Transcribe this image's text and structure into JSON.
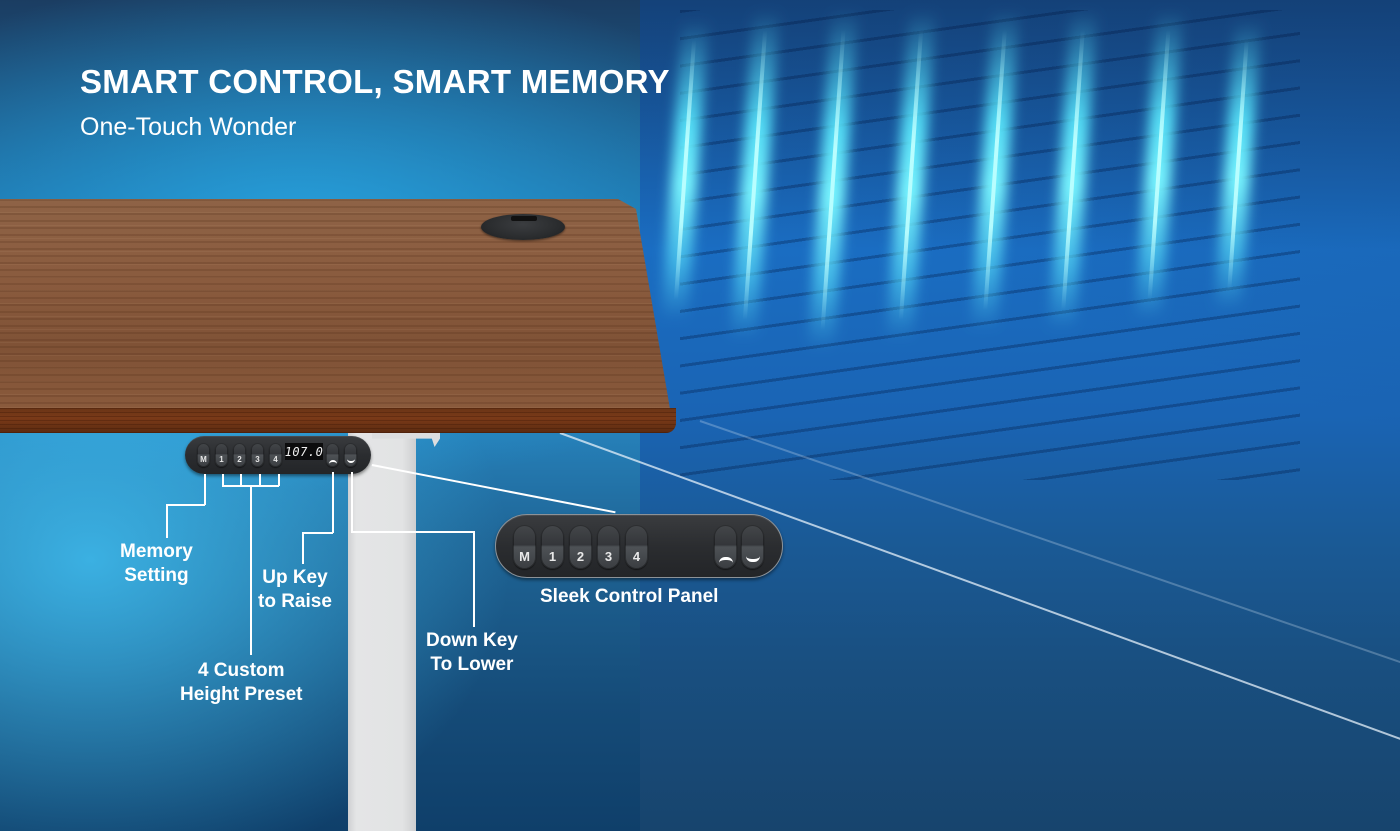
{
  "header": {
    "title": "SMART CONTROL, SMART MEMORY",
    "subtitle": "One-Touch Wonder"
  },
  "control_panel_small": {
    "keys": [
      "M",
      "1",
      "2",
      "3",
      "4"
    ],
    "display_value": "107.0",
    "up_key": "up-arrow",
    "down_key": "down-arrow"
  },
  "control_panel_large": {
    "keys": [
      "M",
      "1",
      "2",
      "3",
      "4"
    ],
    "up_key": "up-arrow",
    "down_key": "down-arrow",
    "caption": "Sleek Control Panel"
  },
  "callouts": {
    "memory": {
      "line1": "Memory",
      "line2": "Setting"
    },
    "presets": {
      "line1": "4 Custom",
      "line2": "Height Preset"
    },
    "up": {
      "line1": "Up Key",
      "line2": "to Raise"
    },
    "down": {
      "line1": "Down Key",
      "line2": "To Lower"
    }
  },
  "colors": {
    "background_blue": "#1d6fa6",
    "glow_cyan": "#5ae6ff",
    "desk_wood": "#8a5b3e",
    "desk_edge": "#6a3416",
    "panel_dark": "#2b2d30",
    "leg_white": "#e2e3e4",
    "text": "#ffffff"
  }
}
